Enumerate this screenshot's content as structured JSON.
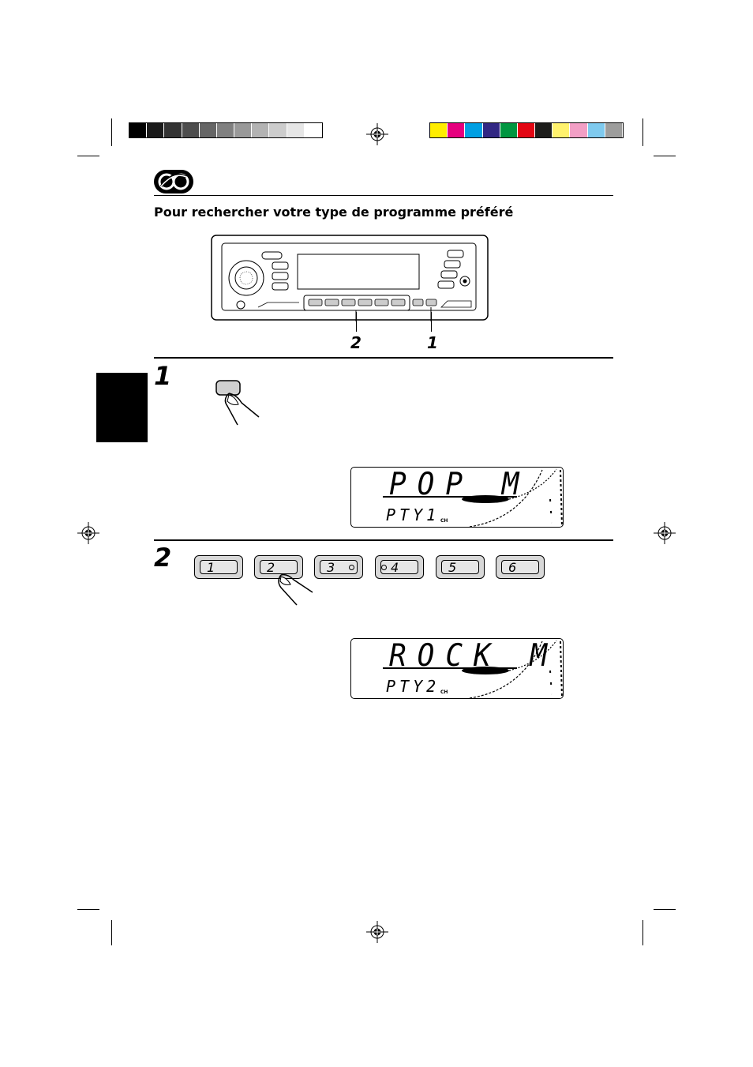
{
  "colors": {
    "grayscale_bar": [
      "#000000",
      "#1a1a1a",
      "#333333",
      "#4d4d4d",
      "#666666",
      "#808080",
      "#999999",
      "#b3b3b3",
      "#cccccc",
      "#e6e6e6",
      "#ffffff"
    ],
    "color_bar": [
      "#ffed00",
      "#e6007e",
      "#009fe3",
      "#312783",
      "#009640",
      "#e30613",
      "#1d1d1b",
      "#fff26d",
      "#f29fc5",
      "#7fcaee",
      "#9d9d9c"
    ]
  },
  "section": {
    "icon": "rds-logo-icon",
    "heading": "Pour rechercher votre type de programme préféré"
  },
  "callouts": {
    "left": "2",
    "right": "1"
  },
  "steps": [
    {
      "number": "1",
      "icon": "pty-button-press-icon",
      "display": {
        "main": "POP M",
        "sub": "PTY1",
        "ch": "CH"
      }
    },
    {
      "number": "2",
      "icon": "preset-button-press-icon",
      "presets": [
        "1",
        "2",
        "3",
        "4",
        "5",
        "6"
      ],
      "display": {
        "main": "ROCK M",
        "sub": "PTY2",
        "ch": "CH"
      }
    }
  ]
}
